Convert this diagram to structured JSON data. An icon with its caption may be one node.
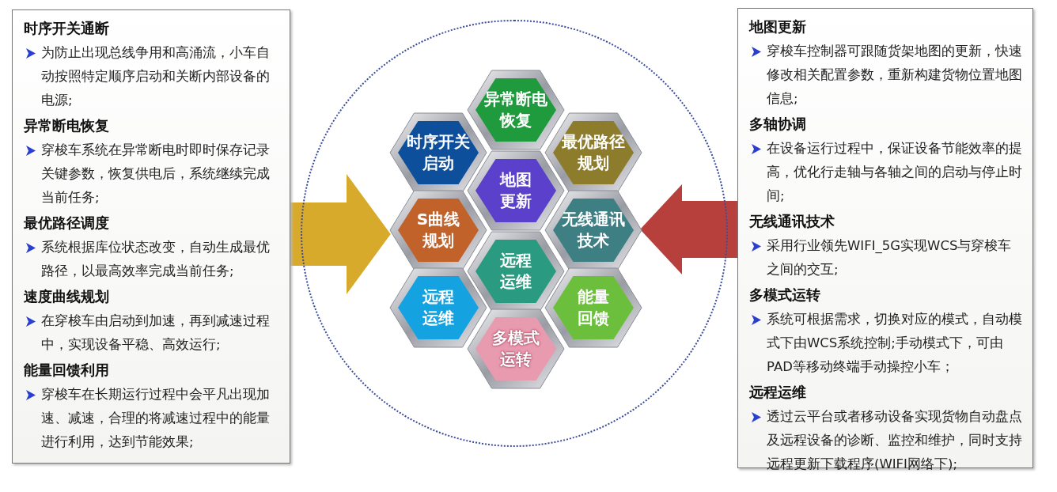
{
  "diagram": {
    "nodes": [
      {
        "text": [
          "时序开关通断",
          "为防止出现总线争用和高涌流，小车自动按照特定顺序启动和关断内部设备的电源;",
          "异常断电恢复",
          "穿梭车系统在异常断电时即时保存记录关键参数，恢复供电后，系统继续完成当前任务;",
          "最优路径调度",
          "系统根据库位状态改变，自动生成最优路径，以最高效率完成当前任务;",
          "速度曲线规划",
          "在穿梭车由启动到加速，再到减速过程中，实现设备平稳、高效运行;",
          "能量回馈利用",
          "穿梭车在长期运行过程中会平凡出现加速、减速，合理的将减速过程中的能量进行利用，达到节能效果;"
        ]
      },
      {
        "text": [],
        "shape": "circle"
      },
      {
        "text": [
          "异常断电恢复"
        ],
        "in": 1
      },
      {
        "text": [
          "时序开关启动"
        ],
        "in": 1
      },
      {
        "text": [
          "最优路径规划"
        ],
        "in": 1
      },
      {
        "text": [
          "地图更新"
        ],
        "in": 1
      },
      {
        "text": [
          "S曲线规划"
        ],
        "in": 1
      },
      {
        "text": [
          "无线通讯技术"
        ],
        "in": 1
      },
      {
        "text": [
          "远程运维"
        ],
        "in": 1
      },
      {
        "text": [
          "远程运维"
        ],
        "in": 1
      },
      {
        "text": [
          "能量回馈"
        ],
        "in": 1
      },
      {
        "text": [
          "多模式运转"
        ],
        "in": 1
      },
      {
        "text": [
          "地图更新",
          "穿梭车控制器可跟随货架地图的更新，快速修改相关配置参数，重新构建货物位置地图信息;",
          "多轴协调",
          "在设备运行过程中，保证设备节能效率的提高，优化行走轴与各轴之间的启动与停止时间;",
          "无线通讯技术",
          "采用行业领先WIFI_5G实现WCS与穿梭车之间的交互;",
          "多模式运转",
          "系统可根据需求，切换对应的模式，自动模式下由WCS系统控制;手动模式下，可由PAD等移动终端手动操控小车；",
          "远程运维",
          "透过云平台或者移动设备实现货物自动盘点及远程设备的诊断、监控和维护，同时支持远程更新下载程序(WIFI网络下);"
        ]
      }
    ],
    "edges": [
      {
        "from": 0,
        "to": 1,
        "arrow": "to",
        "color": "#d8aa2c"
      },
      {
        "from": 12,
        "to": 1,
        "arrow": "to",
        "color": "#b8403c"
      }
    ]
  }
}
